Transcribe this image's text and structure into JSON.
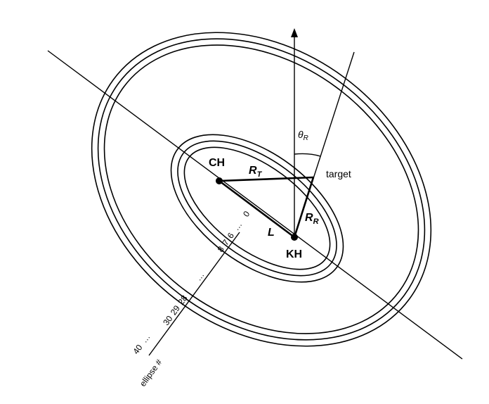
{
  "labels": {
    "ch": "CH",
    "kh": "KH",
    "target": "target",
    "rt_main": "R",
    "rt_sub": "T",
    "rr_main": "R",
    "rr_sub": "R",
    "theta_main": "θ",
    "theta_sub": "R",
    "l": "L",
    "ellipse_axis": "ellipse #"
  },
  "ellipse_numbers": {
    "inner": [
      "0",
      "…",
      "6",
      "7",
      "8"
    ],
    "middle": [
      "…",
      "28",
      "29",
      "30"
    ],
    "outer": [
      "…",
      "40"
    ]
  }
}
